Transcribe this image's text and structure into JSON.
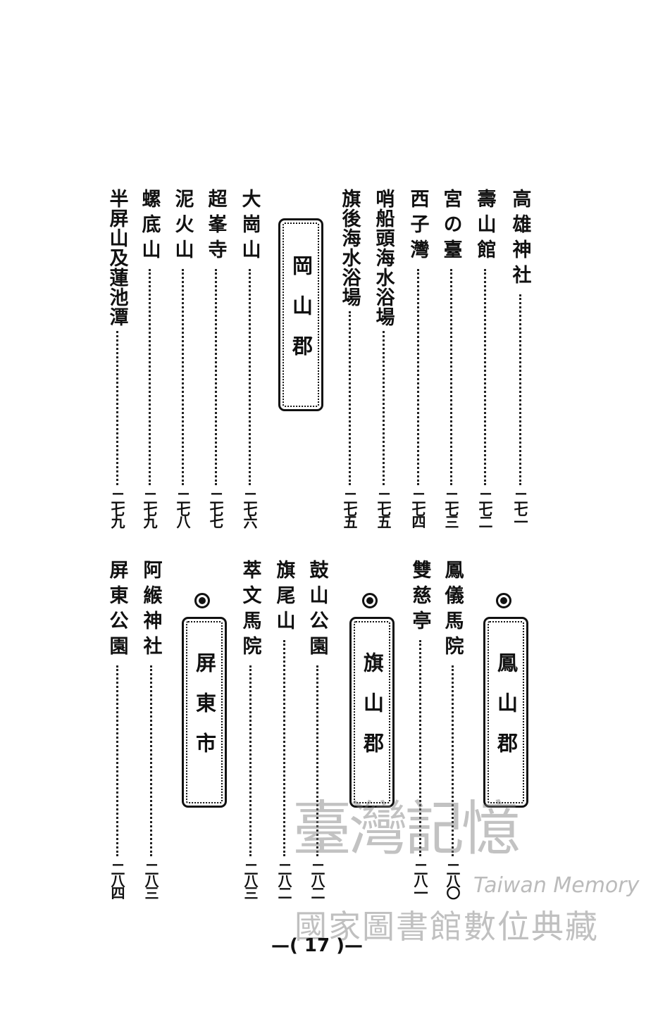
{
  "upper": {
    "entries": [
      {
        "title": "高雄神社",
        "page": "二七一"
      },
      {
        "title": "壽山館",
        "page": "二七二"
      },
      {
        "title": "宮の臺",
        "page": "二七三"
      },
      {
        "title": "西子灣",
        "page": "二七四"
      },
      {
        "title": "哨船頭海水浴場",
        "page": "二七五"
      },
      {
        "title": "旗後海水浴場",
        "page": "二七五"
      },
      {
        "title": "大崗山",
        "page": "二七六"
      },
      {
        "title": "超峯寺",
        "page": "二七七"
      },
      {
        "title": "泥火山",
        "page": "二七八"
      },
      {
        "title": "螺底山",
        "page": "二七九"
      },
      {
        "title": "半屏山及蓮池潭",
        "page": "二七九"
      }
    ],
    "section": "岡山郡"
  },
  "lower": {
    "sections": [
      "鳳山郡",
      "旗山郡",
      "屏東市"
    ],
    "entries": [
      {
        "title": "鳳儀馬院",
        "page": "二八〇"
      },
      {
        "title": "雙慈亭",
        "page": "二八一"
      },
      {
        "title": "鼓山公園",
        "page": "二八二"
      },
      {
        "title": "旗尾山",
        "page": "二八二"
      },
      {
        "title": "萃文馬院",
        "page": "二八三"
      },
      {
        "title": "阿緱神社",
        "page": "二八三"
      },
      {
        "title": "屏東公園",
        "page": "二八四"
      }
    ]
  },
  "footer": {
    "page_number": "—( 17 )—"
  },
  "watermark": {
    "calligraphy": "臺灣記憶",
    "english": "Taiwan Memory",
    "library": "國家圖書館數位典藏"
  }
}
